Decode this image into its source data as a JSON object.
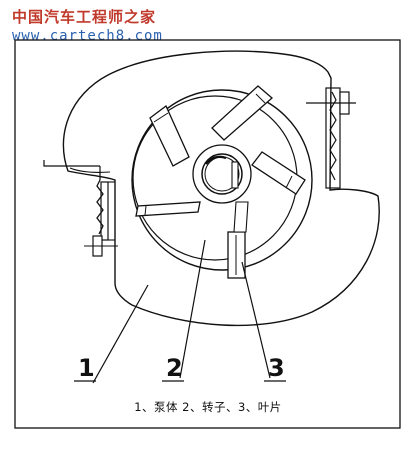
{
  "watermark": {
    "title": "中国汽车工程师之家",
    "url": "www.cartech8.com"
  },
  "labels": {
    "pump_body": "1",
    "rotor": "2",
    "vane": "3"
  },
  "caption": "1、泵体 2、转子、3、叶片"
}
